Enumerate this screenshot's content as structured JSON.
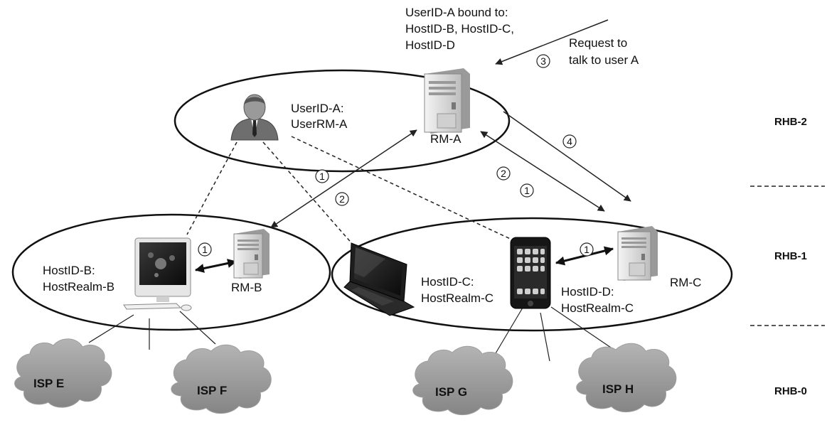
{
  "labels": {
    "binding_line1": "UserID-A bound to:",
    "binding_line2": "HostID-B, HostID-C,",
    "binding_line3": "HostID-D",
    "request_line1": "Request to",
    "request_line2": "talk to user A",
    "user_line1": "UserID-A:",
    "user_line2": "UserRM-A",
    "rm_a": "RM-A",
    "rm_b": "RM-B",
    "rm_c": "RM-C",
    "host_b_line1": "HostID-B:",
    "host_b_line2": "HostRealm-B",
    "host_c_line1": "HostID-C:",
    "host_c_line2": "HostRealm-C",
    "host_d_line1": "HostID-D:",
    "host_d_line2": "HostRealm-C"
  },
  "tiers": {
    "rhb2": "RHB-2",
    "rhb1": "RHB-1",
    "rhb0": "RHB-0"
  },
  "isps": {
    "e": "ISP E",
    "f": "ISP F",
    "g": "ISP G",
    "h": "ISP H"
  },
  "steps": {
    "s1": "1",
    "s2": "2",
    "s3": "3",
    "s4": "4"
  },
  "icons": {
    "user": "user-icon",
    "server": "server-icon",
    "desktop": "desktop-computer-icon",
    "laptop": "laptop-icon",
    "phone": "smartphone-icon",
    "cloud": "cloud-icon"
  },
  "colors": {
    "line": "#222222",
    "cloud": "#9a9a9a",
    "ink": "#111111"
  }
}
